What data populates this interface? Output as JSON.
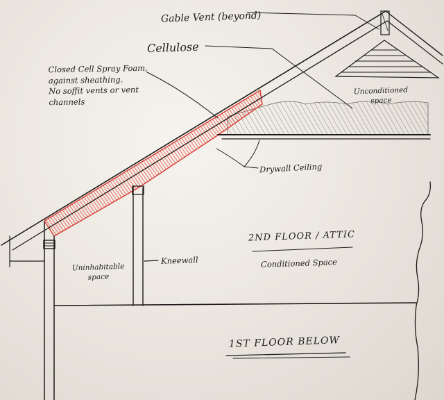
{
  "colors": {
    "ink": "#1c1a18",
    "spray_foam": "#e8493f",
    "cellulose_hatch": "#8a8782",
    "paper": "#ece8e1"
  },
  "labels": {
    "gable_vent": "Gable Vent (beyond)",
    "cellulose": "Cellulose",
    "spray_foam_lines": [
      "Closed Cell Spray Foam,",
      "against sheathing.",
      "No soffit vents or vent",
      "channels"
    ],
    "unconditioned_space_lines": [
      "Unconditioned",
      "space"
    ],
    "drywall_ceiling": "Drywall Ceiling",
    "second_floor": "2ND FLOOR / ATTIC",
    "conditioned_space": "Conditioned Space",
    "uninhabitable_space_lines": [
      "Uninhabitable",
      "space"
    ],
    "kneewall": "Kneewall",
    "first_floor": "1ST FLOOR BELOW"
  }
}
